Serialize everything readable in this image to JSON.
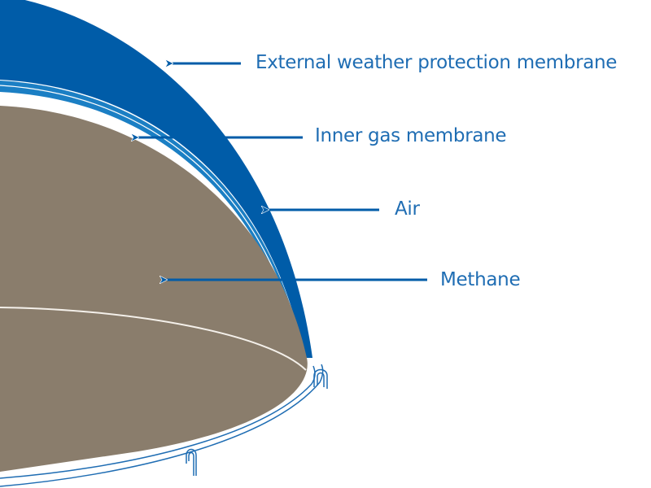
{
  "labels": {
    "external": "External weather protection membrane",
    "inner": "Inner gas membrane",
    "air": "Air",
    "methane": "Methane"
  },
  "colors": {
    "outer_membrane": "#005ca8",
    "inner_membrane": "#1b7fc4",
    "methane": "#8a7d6c",
    "text": "#1f6db3"
  }
}
